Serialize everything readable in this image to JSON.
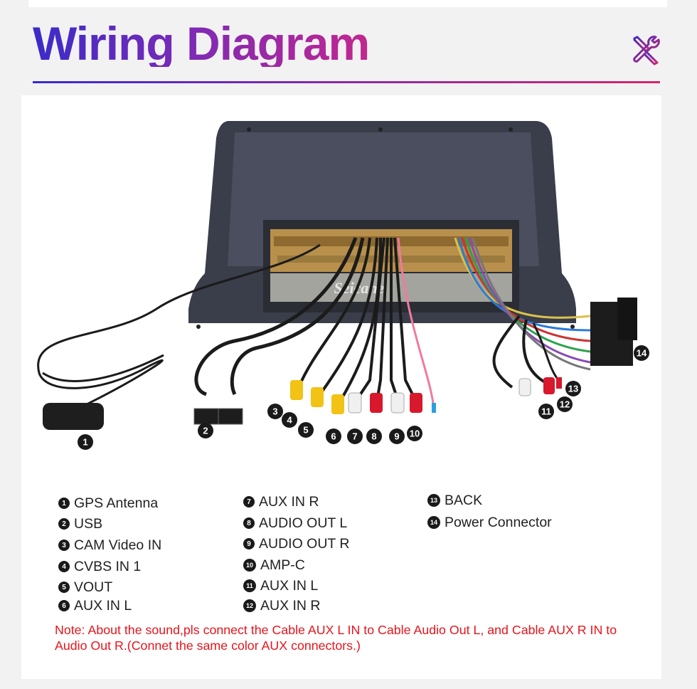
{
  "header": {
    "title": "Wiring Diagram",
    "accent_colors": [
      "#3a2bc9",
      "#8a2aa8",
      "#d1286c"
    ],
    "icon": "tools-icon"
  },
  "photo": {
    "watermark": "Seicane",
    "callouts": [
      "1",
      "2",
      "3",
      "4",
      "5",
      "6",
      "7",
      "8",
      "9",
      "10",
      "11",
      "12",
      "13",
      "14"
    ]
  },
  "legend": {
    "col1": [
      {
        "num": "1",
        "label": "GPS Antenna"
      },
      {
        "num": "2",
        "label": "USB"
      },
      {
        "num": "3",
        "label": "CAM Video IN"
      },
      {
        "num": "4",
        "label": "CVBS IN 1"
      },
      {
        "num": "5",
        "label": "VOUT"
      },
      {
        "num": "6",
        "label": "AUX IN L"
      }
    ],
    "col2": [
      {
        "num": "7",
        "label": "AUX IN R"
      },
      {
        "num": "8",
        "label": "AUDIO OUT L"
      },
      {
        "num": "9",
        "label": "AUDIO OUT R"
      },
      {
        "num": "10",
        "label": "AMP-C"
      },
      {
        "num": "11",
        "label": "AUX IN L"
      },
      {
        "num": "12",
        "label": "AUX IN R"
      }
    ],
    "col3": [
      {
        "num": "13",
        "label": "BACK"
      },
      {
        "num": "14",
        "label": "Power Connector"
      }
    ]
  },
  "note": "Note: About the sound,pls connect the Cable AUX L IN to Cable Audio Out L, and Cable AUX R IN to  Audio Out R.(Connet the same color AUX connectors.)"
}
